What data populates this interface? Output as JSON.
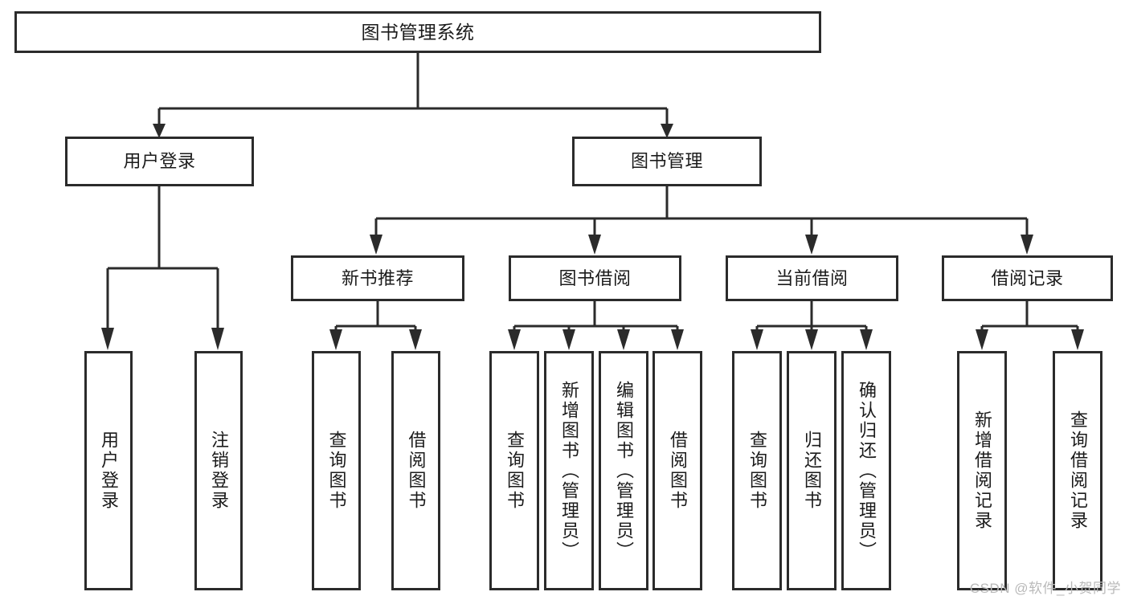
{
  "diagram": {
    "type": "tree",
    "title": "图书管理系统",
    "orientation": "top-down",
    "colors": {
      "stroke": "#2b2b2b",
      "box_fill": "#ffffff",
      "text": "#1b1b1b",
      "background": "#ffffff",
      "watermark": "#b9b9b9"
    }
  },
  "root": {
    "label": "图书管理系统"
  },
  "level2": [
    {
      "label": "用户登录"
    },
    {
      "label": "图书管理"
    }
  ],
  "level3": [
    {
      "label": "新书推荐"
    },
    {
      "label": "图书借阅"
    },
    {
      "label": "当前借阅"
    },
    {
      "label": "借阅记录"
    }
  ],
  "leaves": {
    "user_login": [
      {
        "label": "用户登录"
      },
      {
        "label": "注销登录"
      }
    ],
    "new_book_recommend": [
      {
        "label": "查询图书"
      },
      {
        "label": "借阅图书"
      }
    ],
    "book_borrow": [
      {
        "label": "查询图书"
      },
      {
        "label": "新增图书（管理员）"
      },
      {
        "label": "编辑图书（管理员）"
      },
      {
        "label": "借阅图书"
      }
    ],
    "current_borrow": [
      {
        "label": "查询图书"
      },
      {
        "label": "归还图书"
      },
      {
        "label": "确认归还（管理员）"
      }
    ],
    "borrow_record": [
      {
        "label": "新增借阅记录"
      },
      {
        "label": "查询借阅记录"
      }
    ]
  },
  "watermark": {
    "text": "CSDN @软件_小贺同学"
  }
}
